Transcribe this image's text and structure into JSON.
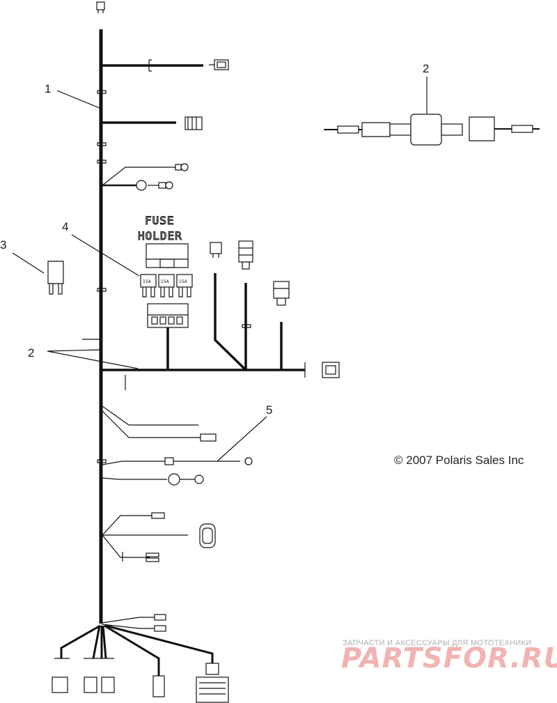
{
  "callouts": {
    "main_harness": "1",
    "connector_top_right": "2",
    "relay": "3",
    "fuses": "4",
    "branch_mid": "2",
    "ground_lead": "5"
  },
  "fuse_holder": {
    "line1": "FUSE",
    "line2": "HOLDER",
    "fuse_ratings": [
      "15A",
      "15A",
      "15A"
    ]
  },
  "copyright": "© 2007 Polaris Sales Inc",
  "watermark": {
    "subtitle": "ЗАПЧАСТИ И АКСЕССУАРЫ ДЛЯ МОТОТЕХНИКИ",
    "brand": "PARTSFOR.RU"
  },
  "colors": {
    "line": "#111111",
    "watermark_brand": "#f2b3b3",
    "watermark_sub": "#b0b0b0"
  }
}
